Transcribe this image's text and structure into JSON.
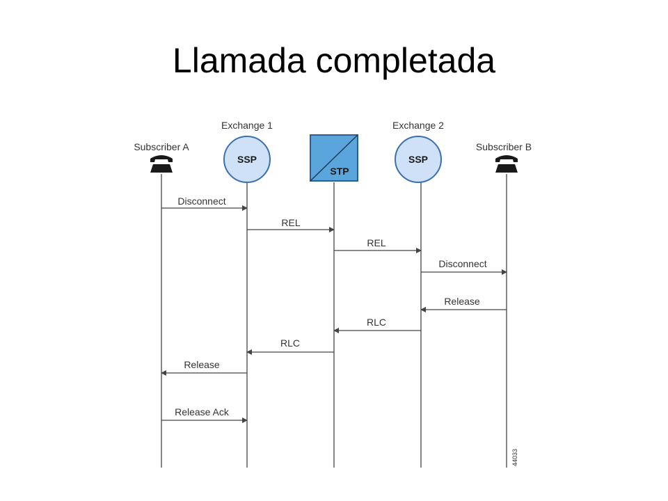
{
  "slide": {
    "title": "Llamada completada"
  },
  "colors": {
    "node_fill": "#cfe1f6",
    "node_stroke": "#3a6fb5",
    "stp_fill": "#5aa6dc",
    "line": "#444444"
  },
  "participants": {
    "subscriber_a": {
      "label": "Subscriber A",
      "icon": "telephone-icon"
    },
    "exchange_1": {
      "title": "Exchange 1",
      "node": "SSP"
    },
    "stp": {
      "node": "STP"
    },
    "exchange_2": {
      "title": "Exchange 2",
      "node": "SSP"
    },
    "subscriber_b": {
      "label": "Subscriber B",
      "icon": "telephone-icon"
    }
  },
  "messages": [
    {
      "label": "Disconnect",
      "from": "subscriber_a",
      "to": "exchange_1"
    },
    {
      "label": "REL",
      "from": "exchange_1",
      "to": "stp"
    },
    {
      "label": "REL",
      "from": "stp",
      "to": "exchange_2"
    },
    {
      "label": "Disconnect",
      "from": "exchange_2",
      "to": "subscriber_b"
    },
    {
      "label": "Release",
      "from": "subscriber_b",
      "to": "exchange_2"
    },
    {
      "label": "RLC",
      "from": "exchange_2",
      "to": "stp"
    },
    {
      "label": "RLC",
      "from": "stp",
      "to": "exchange_1"
    },
    {
      "label": "Release",
      "from": "exchange_1",
      "to": "subscriber_a"
    },
    {
      "label": "Release Ack",
      "from": "subscriber_a",
      "to": "exchange_1"
    }
  ],
  "figure_code": "44033"
}
